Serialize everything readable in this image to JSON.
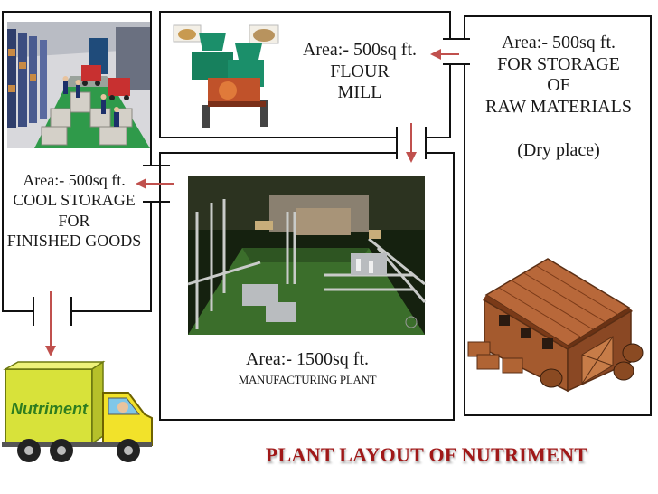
{
  "rooms": {
    "raw_storage": {
      "lines": [
        "Area:- 500sq ft.",
        "FOR STORAGE",
        "OF",
        "RAW MATERIALS"
      ],
      "note": "(Dry place)"
    },
    "flour_mill": {
      "lines": [
        "Area:- 500sq ft.",
        "FLOUR",
        "MILL"
      ]
    },
    "cool_storage": {
      "lines": [
        "Area:- 500sq ft.",
        "COOL STORAGE",
        "FOR",
        "FINISHED GOODS"
      ]
    },
    "manufacturing": {
      "area": "Area:- 1500sq ft.",
      "name": "MANUFACTURING PLANT"
    }
  },
  "truck": {
    "brand": "Nutriment"
  },
  "title": "PLANT LAYOUT OF NUTRIMENT",
  "colors": {
    "arrow": "#c0504d",
    "title": "#a01818",
    "wall": "#111111"
  }
}
